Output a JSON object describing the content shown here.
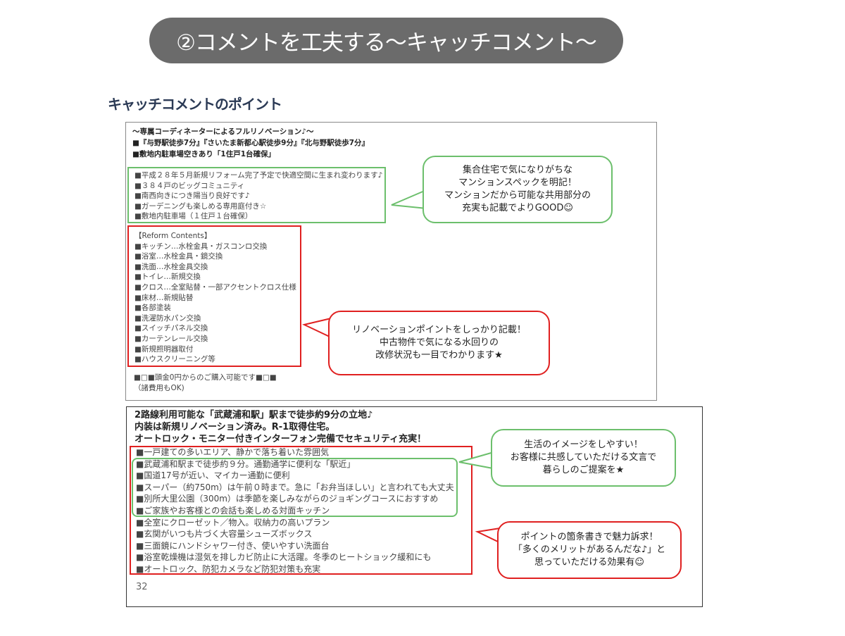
{
  "title": "②コメントを工夫する～キャッチコメント～",
  "heading": "キャッチコメントのポイント",
  "example1": {
    "header": [
      "～専属コーディネーターによるフルリノベーション♪～",
      "■『与野駅徒歩7分』『さいたま新都心駅徒歩9分』『北与野駅徒歩7分』",
      "■敷地内駐車場空きあり「1住戸1台確保」"
    ],
    "green_lines": [
      "■平成２８年５月新規リフォーム完了予定で快適空間に生まれ変わります♪",
      "■３８４戸のビッグコミュニティ",
      "■南西向きにつき陽当り良好です♪",
      "■ガーデニングも楽しめる専用庭付き☆",
      "■敷地内駐車場（１住戸１台確保）"
    ],
    "red_lines": [
      "【Reform Contents】",
      "■キッチン…水栓金具・ガスコンロ交換",
      "■浴室…水栓金具・鏡交換",
      "■洗面…水栓金具交換",
      "■トイレ…新規交換",
      "■クロス…全室貼替・一部アクセントクロス仕様",
      "■床材…新規貼替",
      "■各部塗装",
      "■洗濯防水パン交換",
      "■スイッチパネル交換",
      "■カーテンレール交換",
      "■新規照明器取付",
      "■ハウスクリーニング等"
    ],
    "footer": [
      "■□■頭金0円からのご購入可能です■□■",
      "（諸費用もOK)"
    ]
  },
  "example2": {
    "header": [
      "2路線利用可能な「武蔵浦和駅」駅まで徒歩約9分の立地♪",
      "内装は新規リノベーション済み。R-1取得住宅。",
      "オートロック・モニター付きインターフォン完備でセキュリティ充実！"
    ],
    "line_top": "■一戸建ての多いエリア、静かで落ち着いた雰囲気",
    "green_lines": [
      "■武蔵浦和駅まで徒歩約９分。通勤通学に便利な「駅近」",
      "■国道17号が近い、マイカー通勤に便利",
      "■スーパー（約750m）は午前０時まで。急に「お弁当ほしい」と言われても大丈夫",
      "■別所大里公園（300m）は季節を楽しみながらのジョギングコースにおすすめ",
      "■ご家族やお客様との会話も楽しめる対面キッチン"
    ],
    "lines_bottom": [
      "■全室にクローゼット／物入。収納力の高いプラン",
      "■玄関がいつも片づく大容量シューズボックス",
      "■三面鏡にハンドシャワー付き、使いやすい洗面台",
      "■浴室乾燥機は湿気を排しカビ防止に大活躍。冬季のヒートショック緩和にも",
      "■オートロック、防犯カメラなど防犯対策も充実"
    ]
  },
  "callouts": [
    [
      "集合住宅で気になりがちな",
      "マンションスペックを明記！",
      "マンションだから可能な共用部分の",
      "充実も記載でよりGOOD☺"
    ],
    [
      "リノベーションポイントをしっかり記載！",
      "中古物件で気になる水回りの",
      "改修状況も一目でわかります★"
    ],
    [
      "生活のイメージをしやすい！",
      "お客様に共感していただける文言で",
      "暮らしのご提案を★"
    ],
    [
      "ポイントの箇条書きで魅力訴求！",
      "「多くのメリットがあるんだな♪」と",
      "思っていただける効果有☺"
    ]
  ],
  "page_number": "32",
  "colors": {
    "title_bg": "#6b6b6b",
    "heading": "#2b3a55",
    "green": "#6cbf6c",
    "red": "#e02020"
  }
}
